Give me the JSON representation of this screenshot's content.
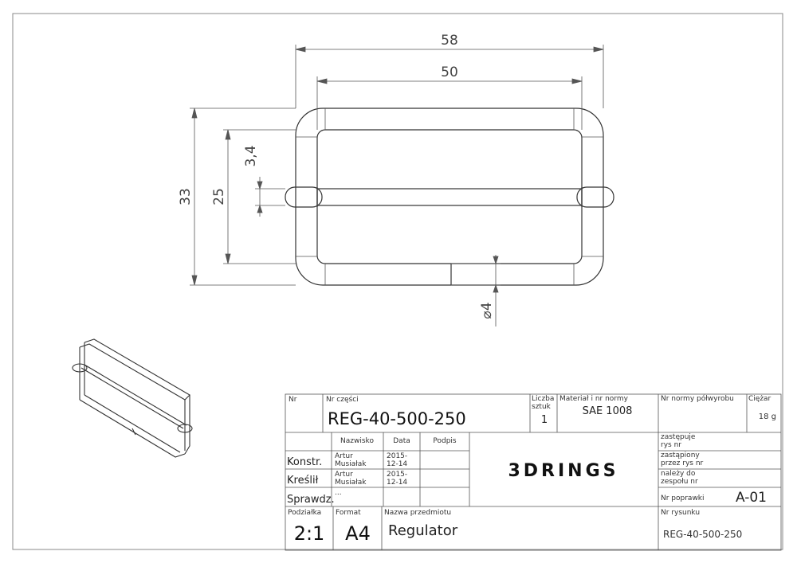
{
  "dimensions": {
    "width_outer": "58",
    "width_inner": "50",
    "height_outer": "33",
    "height_inner": "25",
    "bar_thickness": "3,4",
    "wire_diameter": "⌀4"
  },
  "title_block": {
    "nr_label": "Nr",
    "part_no_label": "Nr części",
    "part_no": "REG-40-500-250",
    "qty_label_1": "Liczba",
    "qty_label_2": "sztuk",
    "qty": "1",
    "material_label": "Materiał i nr normy",
    "material": "SAE 1008",
    "semi_norm_label": "Nr normy półwyrobu",
    "weight_label": "Ciężar",
    "weight": "18 g",
    "col_name": "Nazwisko",
    "col_date": "Data",
    "col_sign": "Podpis",
    "row_constr": "Konstr.",
    "row_draw": "Kreślił",
    "row_check": "Sprawdz.",
    "constr_name_1": "Artur",
    "constr_name_2": "Musiałak",
    "constr_date_1": "2015-",
    "constr_date_2": "12-14",
    "draw_name_1": "Artur",
    "draw_name_2": "Musiałak",
    "draw_date_1": "2015-",
    "draw_date_2": "12-14",
    "check_name": "...",
    "replaces_1": "zastępuje",
    "replaces_2": "rys nr",
    "replaced_1": "zastąpiony",
    "replaced_2": "przez rys nr",
    "belongs_1": "należy do",
    "belongs_2": "zespołu nr",
    "revision_label": "Nr poprawki",
    "revision": "A-01",
    "scale_label": "Podziałka",
    "scale": "2:1",
    "format_label": "Format",
    "format": "A4",
    "object_label": "Nazwa przedmiotu",
    "object": "Regulator",
    "drawing_no_label": "Nr rysunku",
    "drawing_no": "REG-40-500-250",
    "logo_text": "3DRINGS"
  }
}
